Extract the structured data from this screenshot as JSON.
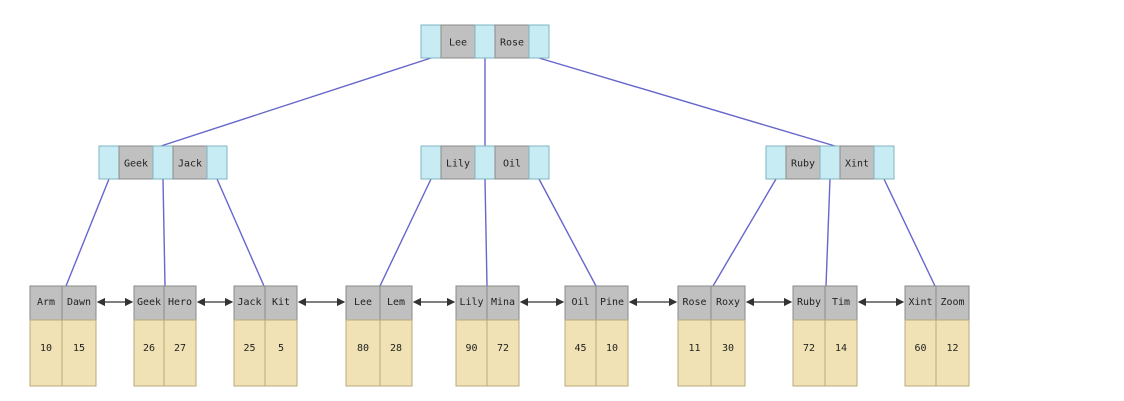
{
  "tree": {
    "colors": {
      "edge": "#6666cc",
      "pointer": "#c8ecf4",
      "key": "#c0c0c0",
      "key_stroke": "#8a8a8a",
      "value": "#f0e2b4",
      "link": "#333333"
    },
    "root": {
      "keys": [
        "Lee",
        "Rose"
      ]
    },
    "internal": [
      {
        "keys": [
          "Geek",
          "Jack"
        ]
      },
      {
        "keys": [
          "Lily",
          "Oil"
        ]
      },
      {
        "keys": [
          "Ruby",
          "Xint"
        ]
      }
    ],
    "leaves": [
      {
        "keys": [
          "Arm",
          "Dawn"
        ],
        "values": [
          "10",
          "15"
        ]
      },
      {
        "keys": [
          "Geek",
          "Hero"
        ],
        "values": [
          "26",
          "27"
        ]
      },
      {
        "keys": [
          "Jack",
          "Kit"
        ],
        "values": [
          "25",
          "5"
        ]
      },
      {
        "keys": [
          "Lee",
          "Lem"
        ],
        "values": [
          "80",
          "28"
        ]
      },
      {
        "keys": [
          "Lily",
          "Mina"
        ],
        "values": [
          "90",
          "72"
        ]
      },
      {
        "keys": [
          "Oil",
          "Pine"
        ],
        "values": [
          "45",
          "10"
        ]
      },
      {
        "keys": [
          "Rose",
          "Roxy"
        ],
        "values": [
          "11",
          "30"
        ]
      },
      {
        "keys": [
          "Ruby",
          "Tim"
        ],
        "values": [
          "72",
          "14"
        ]
      },
      {
        "keys": [
          "Xint",
          "Zoom"
        ],
        "values": [
          "60",
          "12"
        ]
      }
    ]
  }
}
